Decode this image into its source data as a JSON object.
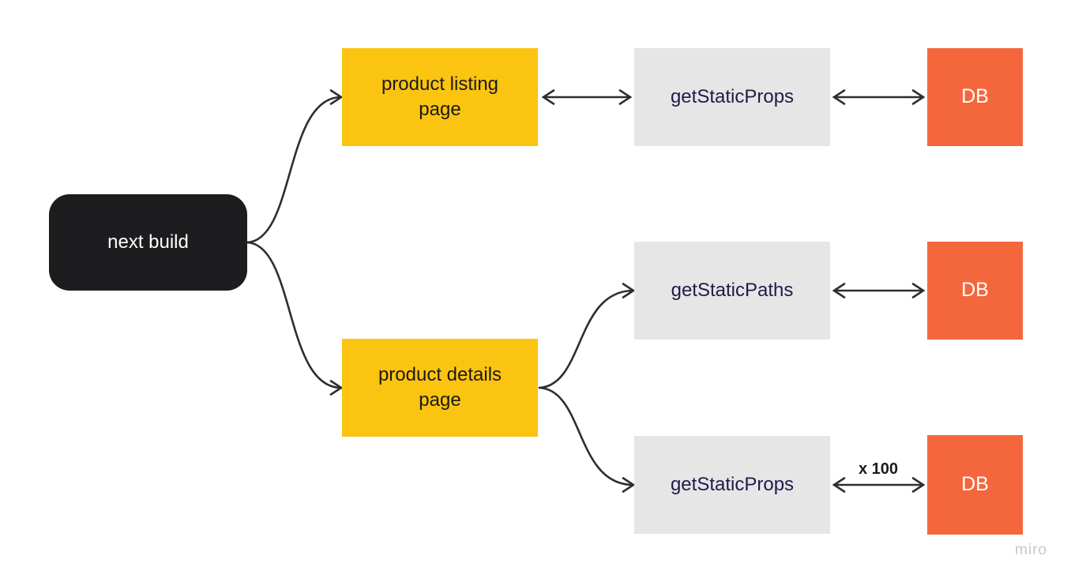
{
  "watermark": "miro",
  "diagram": {
    "nodes": {
      "next_build": {
        "label": "next build"
      },
      "product_listing_page": {
        "label": "product listing page"
      },
      "get_static_props_top": {
        "label": "getStaticProps"
      },
      "db_top": {
        "label": "DB"
      },
      "get_static_paths": {
        "label": "getStaticPaths"
      },
      "db_middle": {
        "label": "DB"
      },
      "product_details_page": {
        "label": "product details page"
      },
      "get_static_props_bottom": {
        "label": "getStaticProps"
      },
      "db_bottom": {
        "label": "DB"
      }
    },
    "edges": [
      {
        "from": "next_build",
        "to": "product_listing_page",
        "style": "curved",
        "direction": "one-way"
      },
      {
        "from": "next_build",
        "to": "product_details_page",
        "style": "curved",
        "direction": "one-way"
      },
      {
        "from": "product_listing_page",
        "to": "get_static_props_top",
        "style": "straight",
        "direction": "two-way"
      },
      {
        "from": "get_static_props_top",
        "to": "db_top",
        "style": "straight",
        "direction": "two-way"
      },
      {
        "from": "product_details_page",
        "to": "get_static_paths",
        "style": "curved",
        "direction": "one-way"
      },
      {
        "from": "product_details_page",
        "to": "get_static_props_bottom",
        "style": "curved",
        "direction": "one-way"
      },
      {
        "from": "get_static_paths",
        "to": "db_middle",
        "style": "straight",
        "direction": "two-way"
      },
      {
        "from": "get_static_props_bottom",
        "to": "db_bottom",
        "style": "straight",
        "direction": "two-way",
        "label": "x 100"
      }
    ],
    "labels": {
      "multiplier": "x 100"
    },
    "colors": {
      "page_box": "#FBC411",
      "function_box": "#E7E6E6",
      "db_box": "#F4673D",
      "root_box": "#1D1C1F",
      "arrow": "#2E2E2E",
      "function_text": "#1E1B4B",
      "page_text": "#1C1A17",
      "watermark_text": "#C8C8C8"
    }
  }
}
